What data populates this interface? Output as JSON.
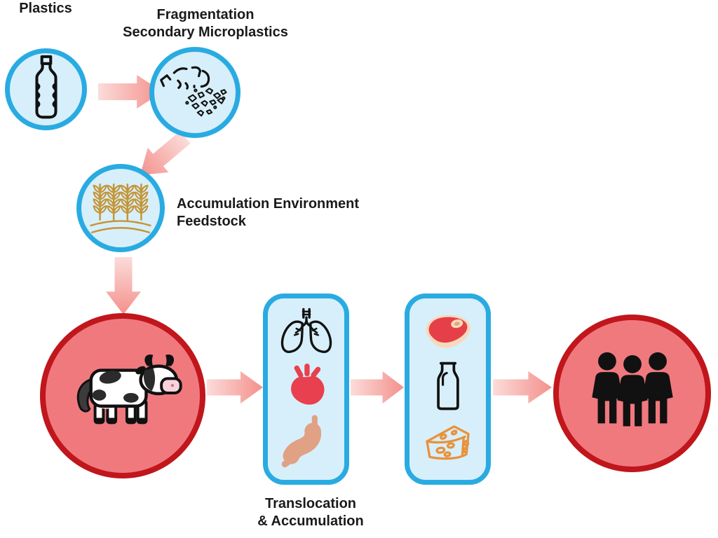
{
  "figure": {
    "background": "#ffffff",
    "labels": {
      "plastics": "Plastics",
      "fragmentation": [
        "Fragmentation",
        "Secondary Microplastics"
      ],
      "feedstock": [
        "Accumulation Environment",
        "Feedstock"
      ],
      "translocation": [
        "Translocation",
        "& Accumulation"
      ]
    },
    "nodes": [
      {
        "id": "plastics",
        "shape": "circle",
        "theme": "blue",
        "icon": "plastic-bottle-icon",
        "label": "Plastics"
      },
      {
        "id": "fragmentation",
        "shape": "circle",
        "theme": "blue",
        "icon": "broken-bottle-fragments-icon",
        "label": "Fragmentation Secondary Microplastics"
      },
      {
        "id": "feedstock",
        "shape": "circle",
        "theme": "blue",
        "icon": "wheat-crop-icon",
        "label": "Accumulation Environment Feedstock"
      },
      {
        "id": "livestock",
        "shape": "circle",
        "theme": "red",
        "icon": "cow-icon",
        "label": ""
      },
      {
        "id": "organ-translocation",
        "shape": "rounded-rect",
        "theme": "blue",
        "icons": [
          "lungs-icon",
          "heart-icon",
          "stomach-icon"
        ],
        "label": "Translocation & Accumulation"
      },
      {
        "id": "animal-products",
        "shape": "rounded-rect",
        "theme": "blue",
        "icons": [
          "meat-steak-icon",
          "milk-bottle-icon",
          "cheese-icon"
        ],
        "label": ""
      },
      {
        "id": "humans",
        "shape": "circle",
        "theme": "red",
        "icon": "people-group-icon",
        "label": ""
      }
    ],
    "arrows": [
      {
        "from": "plastics",
        "to": "fragmentation",
        "direction": "right"
      },
      {
        "from": "fragmentation",
        "to": "feedstock",
        "direction": "down-left"
      },
      {
        "from": "feedstock",
        "to": "livestock",
        "direction": "down"
      },
      {
        "from": "livestock",
        "to": "organ-translocation",
        "direction": "right"
      },
      {
        "from": "organ-translocation",
        "to": "animal-products",
        "direction": "right"
      },
      {
        "from": "animal-products",
        "to": "humans",
        "direction": "right"
      }
    ],
    "colors": {
      "blue_node_border": "#29ABE2",
      "blue_node_fill": "#D7EFFA",
      "red_node_border": "#C0161C",
      "red_node_fill": "#F0797E",
      "arrow_gradient_start": "#FBDCD9",
      "arrow_gradient_end": "#F4908C",
      "wheat_gold": "#C49536",
      "heart_red": "#E8404E",
      "stomach_tan": "#E0A184",
      "meat_red": "#E5404A",
      "meat_fat": "#F7D9BB",
      "bone_tan": "#DCA877",
      "cheese_orange": "#E8923C",
      "muzzle_pink": "#F8D3DC",
      "icon_black": "#111111",
      "text_black": "#1A1A1A"
    }
  }
}
